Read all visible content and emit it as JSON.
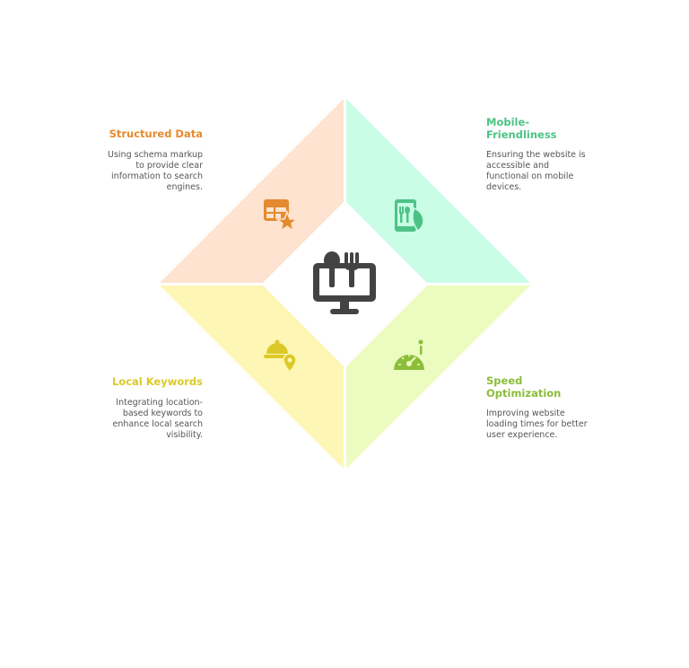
{
  "colors": {
    "top_left_fill": "#fde3d0",
    "top_right_fill": "#c9fde6",
    "bottom_left_fill": "#fdf6b4",
    "bottom_right_fill": "#ecfcc0",
    "center_fill": "#ffffff",
    "center_icon": "#434343",
    "structured_accent": "#e58a2e",
    "mobile_accent": "#4cc385",
    "local_accent": "#dcc928",
    "speed_accent": "#8bbd3a"
  },
  "center": {
    "icon": "monitor-fork-spoon-icon"
  },
  "sections": {
    "structured_data": {
      "title": "Structured Data",
      "description": "Using schema markup to provide clear information to search engines.",
      "icon": "table-star-icon"
    },
    "mobile_friendliness": {
      "title": "Mobile-Friendliness",
      "description": "Ensuring the website is accessible and functional on mobile devices.",
      "icon": "phone-utensils-icon"
    },
    "local_keywords": {
      "title": "Local Keywords",
      "description": "Integrating location-based keywords to enhance local search visibility.",
      "icon": "cloche-pin-icon"
    },
    "speed_optimization": {
      "title": "Speed Optimization",
      "description": "Improving website loading times for better user experience.",
      "icon": "speedometer-icon"
    }
  }
}
